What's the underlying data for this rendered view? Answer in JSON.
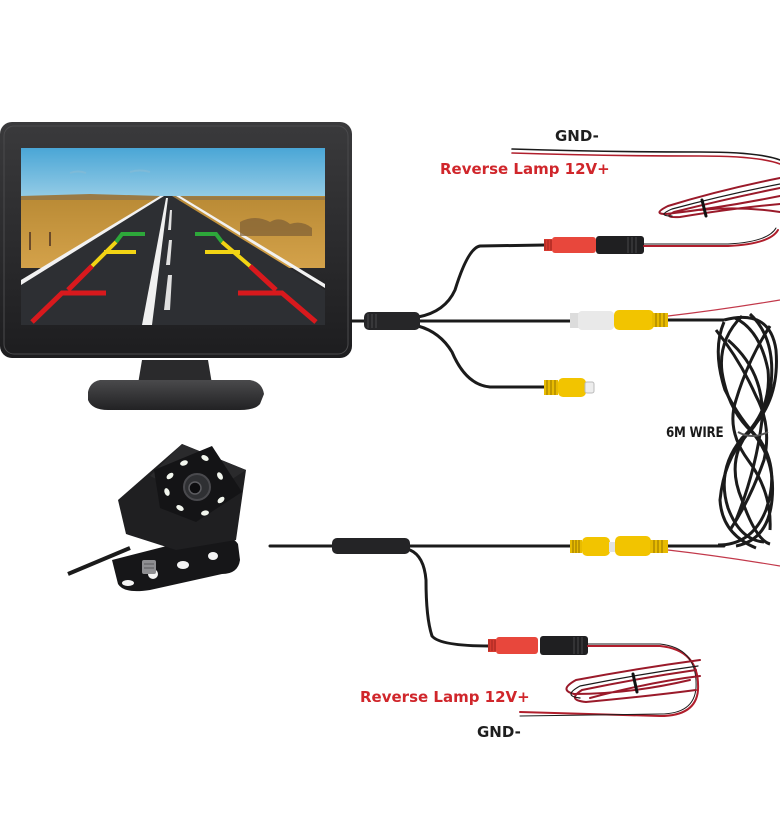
{
  "diagram": {
    "title": "Backup camera kit wiring",
    "colors": {
      "label_red": "#d0262b",
      "label_dark": "#1e1e1e",
      "wire_black": "#1b1b1b",
      "wire_red": "#b01e2c",
      "rca_yellow": "#f2c400",
      "rca_white": "#e8e8e8",
      "dc_red": "#e8473c",
      "screen_sky": "#5fb3d9",
      "screen_field": "#c8912e",
      "screen_road": "#2b2d31",
      "guide_green": "#2da83a",
      "guide_yellow": "#f2d414",
      "guide_red": "#d8191d"
    },
    "components": {
      "monitor": {
        "name": "monitor",
        "screen_image": "rear-view road with parking guide lines"
      },
      "camera": {
        "name": "rear-camera",
        "led_count": 8
      }
    },
    "labels": {
      "top_gnd": "GND-",
      "top_reverse": "Reverse Lamp 12V+",
      "wire_length": "6M WIRE",
      "bottom_reverse": "Reverse Lamp 12V+",
      "bottom_gnd": "GND-"
    }
  }
}
